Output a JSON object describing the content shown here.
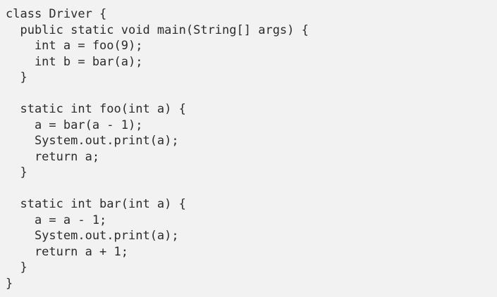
{
  "code": {
    "lines": [
      "class Driver {",
      "  public static void main(String[] args) {",
      "    int a = foo(9);",
      "    int b = bar(a);",
      "  }",
      "",
      "  static int foo(int a) {",
      "    a = bar(a - 1);",
      "    System.out.print(a);",
      "    return a;",
      "  }",
      "",
      "  static int bar(int a) {",
      "    a = a - 1;",
      "    System.out.print(a);",
      "    return a + 1;",
      "  }",
      "}"
    ]
  }
}
